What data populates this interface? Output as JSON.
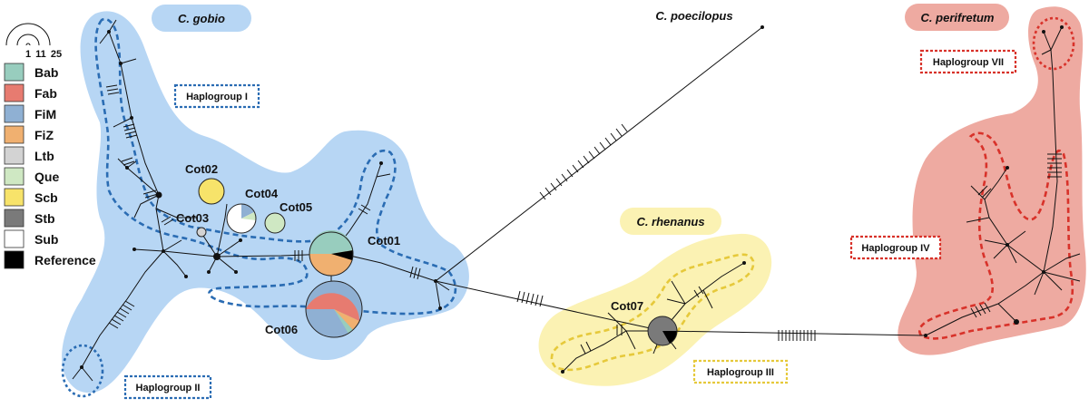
{
  "species": {
    "gobio": "C. gobio",
    "poecilopus": "C. poecilopus",
    "perifretum": "C. perifretum",
    "rhenanus": "C. rhenanus"
  },
  "haplogroups": {
    "I": "Haplogroup I",
    "II": "Haplogroup II",
    "III": "Haplogroup III",
    "IV": "Haplogroup IV",
    "VII": "Haplogroup VII"
  },
  "haplotypes": {
    "cot01": "Cot01",
    "cot02": "Cot02",
    "cot03": "Cot03",
    "cot04": "Cot04",
    "cot05": "Cot05",
    "cot06": "Cot06",
    "cot07": "Cot07"
  },
  "size_legend": {
    "values": [
      "1",
      "11",
      "25"
    ]
  },
  "legend": [
    {
      "label": "Bab",
      "color": "#98cdbe"
    },
    {
      "label": "Fab",
      "color": "#e77b70"
    },
    {
      "label": "FiM",
      "color": "#8fb0d3"
    },
    {
      "label": "FiZ",
      "color": "#f0b070"
    },
    {
      "label": "Ltb",
      "color": "#d3d3d3"
    },
    {
      "label": "Que",
      "color": "#cfe8c3"
    },
    {
      "label": "Scb",
      "color": "#f7e36a"
    },
    {
      "label": "Stb",
      "color": "#7a7a7a"
    },
    {
      "label": "Sub",
      "color": "#ffffff"
    },
    {
      "label": "Reference",
      "color": "#000000"
    }
  ],
  "colors": {
    "gobio_region": "#b7d6f4",
    "rhenanus_region": "#fbf2b3",
    "perifretum_region": "#eeaaa1",
    "haplogroup_I_II_border": "#2a6cb3",
    "haplogroup_III_border": "#e6c93b",
    "haplogroup_IV_VII_border": "#d8322a"
  }
}
